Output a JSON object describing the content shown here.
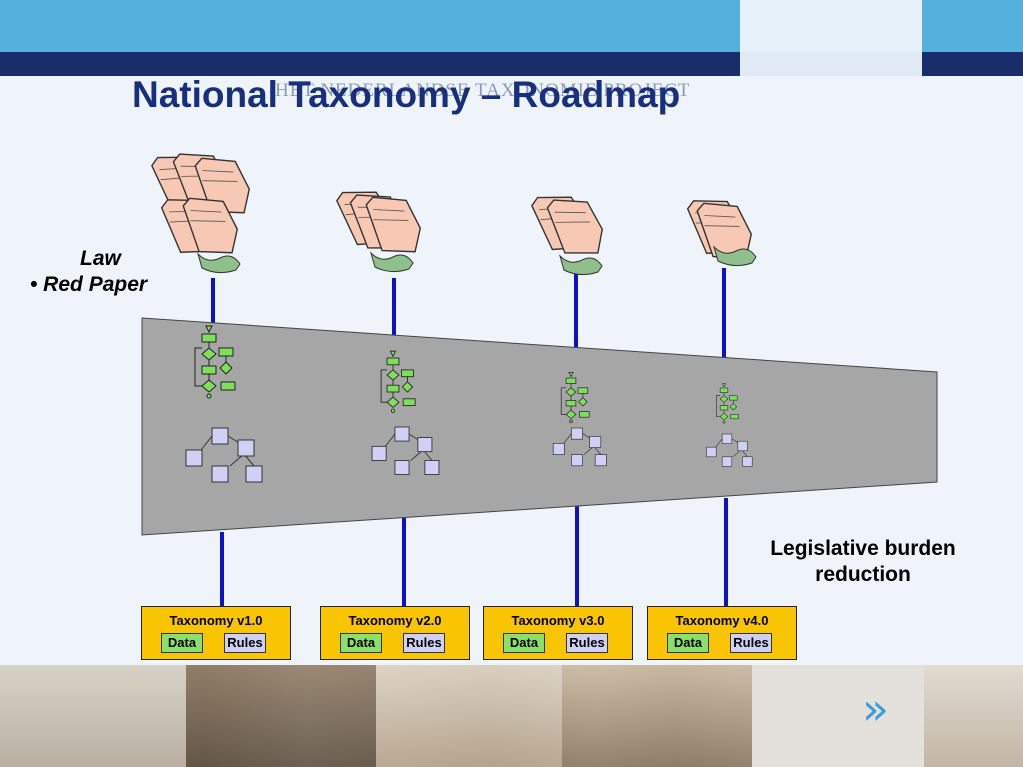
{
  "slide": {
    "title": "National Taxonomy – Roadmap",
    "watermark": "HET NEDERLANDSE TAXONOMIE PROJECT"
  },
  "law": {
    "label": "Law",
    "bullet": "• Red Paper"
  },
  "legislative_note": "Legislative burden reduction",
  "taxonomies": [
    {
      "title": "Taxonomy v1.0",
      "data_label": "Data",
      "rules_label": "Rules"
    },
    {
      "title": "Taxonomy v2.0",
      "data_label": "Data",
      "rules_label": "Rules"
    },
    {
      "title": "Taxonomy v3.0",
      "data_label": "Data",
      "rules_label": "Rules"
    },
    {
      "title": "Taxonomy v4.0",
      "data_label": "Data",
      "rules_label": "Rules"
    }
  ],
  "icons": {
    "paper_stack": "paper-stack-icon",
    "flowchart": "flowchart-icon",
    "tree": "tree-hierarchy-icon",
    "chevron": "double-chevron-right-icon"
  },
  "colors": {
    "title": "#172f7d",
    "funnel": "#a6a6a6",
    "connector": "#1010c8",
    "taxonomy_box": "#f9c400",
    "data_box": "#8ae06a",
    "rules_box": "#cfd0f4"
  }
}
